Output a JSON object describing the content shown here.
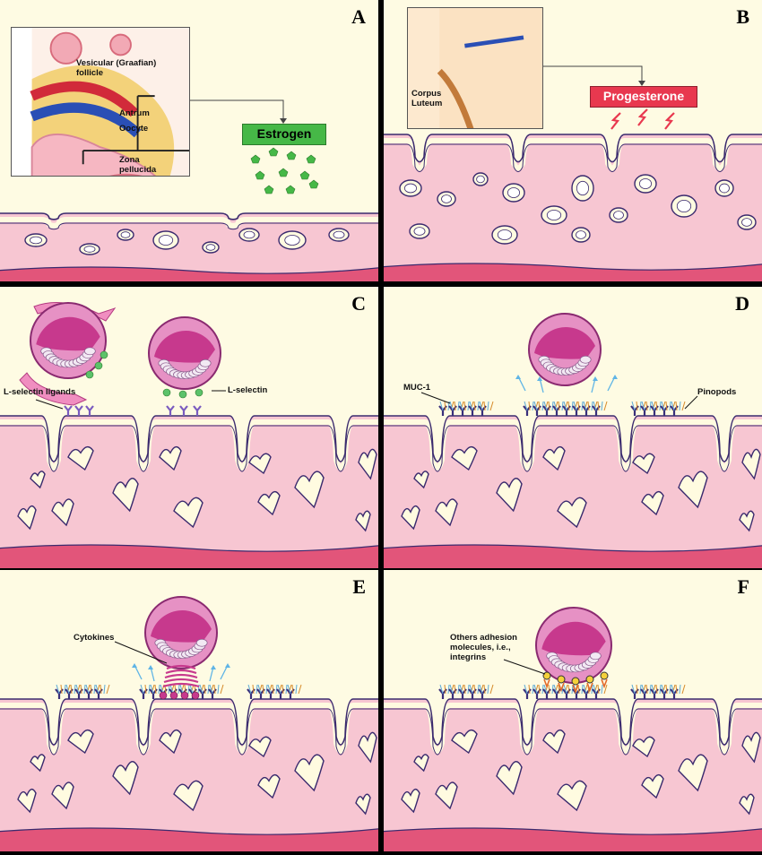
{
  "panels": [
    {
      "letter": "A",
      "variant": "estrogen",
      "labels": {
        "follicle": "Vesicular (Graafian)\nfollicle",
        "antrum": "Antrum",
        "oocyte": "Oocyte",
        "zona": "Zona\npellucida"
      },
      "hormone": {
        "text": "Estrogen",
        "color": "#46b847"
      }
    },
    {
      "letter": "B",
      "variant": "progesterone",
      "labels": {
        "corpus": "Corpus\nLuteum"
      },
      "hormone": {
        "text": "Progesterone",
        "color": "#e8384f"
      }
    },
    {
      "letter": "C",
      "variant": "selectin",
      "labels": {
        "ligands": "L-selectin ligands",
        "selectin": "L-selectin"
      }
    },
    {
      "letter": "D",
      "variant": "muc",
      "labels": {
        "muc": "MUC-1",
        "pinopods": "Pinopods"
      }
    },
    {
      "letter": "E",
      "variant": "cytokines",
      "labels": {
        "cytokines": "Cytokines"
      }
    },
    {
      "letter": "F",
      "variant": "integrins",
      "labels": {
        "integrins": "Others adhesion\nmolecules, i.e.,\nintegrins"
      }
    }
  ],
  "colors": {
    "background": "#fefbe3",
    "tissue": "#f7c6d2",
    "tissueDark": "#e2557a",
    "outline": "#3a2a6e",
    "gland": "#fffbe0",
    "embryo": "#c7398d",
    "estrogen": "#46b847",
    "progesterone": "#e8384f"
  }
}
